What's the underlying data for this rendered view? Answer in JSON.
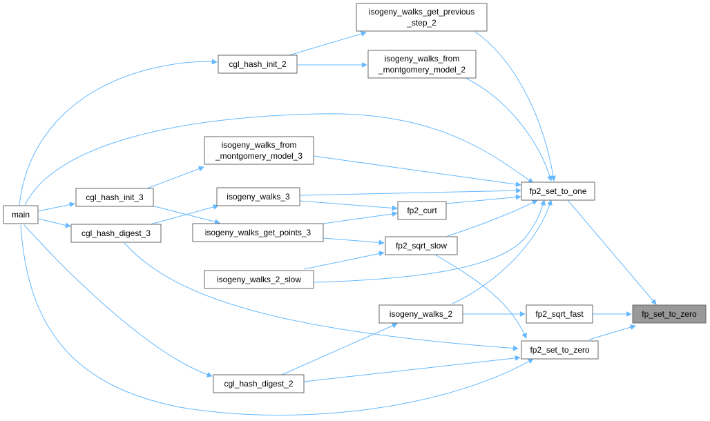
{
  "colors": {
    "edge": "#63b8ff",
    "node_border": "#666666",
    "highlight_fill": "#999999",
    "background": "#ffffff"
  },
  "nodes": {
    "get_previous_step_2": [
      "isogeny_walks_get_previous",
      "_step_2"
    ],
    "cgl_hash_init_2": [
      "cgl_hash_init_2"
    ],
    "from_montgomery_2": [
      "isogeny_walks_from",
      "_montgomery_model_2"
    ],
    "from_montgomery_3": [
      "isogeny_walks_from",
      "_montgomery_model_3"
    ],
    "main": [
      "main"
    ],
    "cgl_hash_init_3": [
      "cgl_hash_init_3"
    ],
    "isogeny_walks_3": [
      "isogeny_walks_3"
    ],
    "fp2_set_to_one": [
      "fp2_set_to_one"
    ],
    "fp2_curt": [
      "fp2_curt"
    ],
    "cgl_hash_digest_3": [
      "cgl_hash_digest_3"
    ],
    "get_points_3": [
      "isogeny_walks_get_points_3"
    ],
    "fp2_sqrt_slow": [
      "fp2_sqrt_slow"
    ],
    "walks_2_slow": [
      "isogeny_walks_2_slow"
    ],
    "isogeny_walks_2": [
      "isogeny_walks_2"
    ],
    "fp2_sqrt_fast": [
      "fp2_sqrt_fast"
    ],
    "fp_set_to_zero": [
      "fp_set_to_zero"
    ],
    "fp2_set_to_zero": [
      "fp2_set_to_zero"
    ],
    "cgl_hash_digest_2": [
      "cgl_hash_digest_2"
    ]
  }
}
